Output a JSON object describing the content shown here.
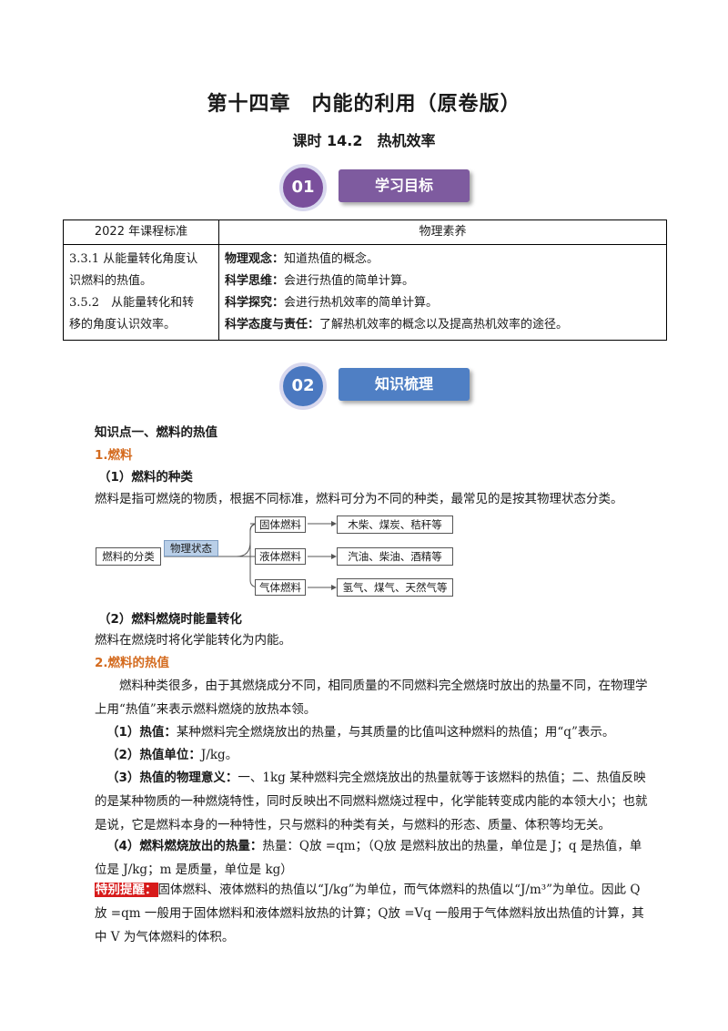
{
  "header": {
    "title": "第十四章　内能的利用（原卷版）",
    "subtitle": "课时 14.2　热机效率"
  },
  "section1": {
    "num": "01",
    "label": "学习目标",
    "circle_color": "#7a4f9c",
    "bar_color": "#7e5b9f"
  },
  "section2": {
    "num": "02",
    "label": "知识梳理",
    "circle_color": "#4a78c0",
    "bar_color": "#4f7fc4"
  },
  "goals_table": {
    "col1_header": "2022 年课程标准",
    "col2_header": "物理素养",
    "standard_lines": [
      "3.3.1 从能量转化角度认",
      "识燃料的热值。",
      "3.5.2　从能量转化和转",
      "移的角度认识效率。"
    ],
    "literacy": [
      {
        "term": "物理观念：",
        "text": "知道热值的概念。"
      },
      {
        "term": "科学思维：",
        "text": "会进行热值的简单计算。"
      },
      {
        "term": "科学探究：",
        "text": "会进行热机效率的简单计算。"
      },
      {
        "term": "科学态度与责任：",
        "text": "了解热机效率的概念以及提高热机效率的途径。"
      }
    ]
  },
  "kp1": {
    "heading": "知识点一、燃料的热值",
    "sub1": "1.燃料",
    "sub1_1": "（1）燃料的种类",
    "p1": "燃料是指可燃烧的物质，根据不同标准，燃料可分为不同的种类，最常见的是按其物理状态分类。",
    "diagram": {
      "root": "燃料的分类",
      "criterion": "物理状态",
      "types": [
        {
          "name": "固体燃料",
          "examples": "木柴、煤炭、秸秆等"
        },
        {
          "name": "液体燃料",
          "examples": "汽油、柴油、酒精等"
        },
        {
          "name": "气体燃料",
          "examples": "氢气、煤气、天然气等"
        }
      ]
    },
    "sub1_2": "（2）燃料燃烧时能量转化",
    "p2": "燃料在燃烧时将化学能转化为内能。",
    "sub2": "2.燃料的热值",
    "p3": "燃料种类很多，由于其燃烧成分不同，相同质量的不同燃料完全燃烧时放出的热量不同，在物理学上用“热值”来表示燃料燃烧的放热本领。",
    "item1_term": "（1）热值：",
    "item1_text": "某种燃料完全燃烧放出的热量，与其质量的比值叫这种燃料的热值；用“q”表示。",
    "item2_term": "（2）热值单位：",
    "item2_text": "J/kg。",
    "item3_term": "（3）热值的物理意义：",
    "item3_text": "一、1kg 某种燃料完全燃烧放出的热量就等于该燃料的热值；二、热值反映的是某种物质的一种燃烧特性，同时反映出不同燃料燃烧过程中，化学能转变成内能的本领大小；也就是说，它是燃料本身的一种特性，只与燃料的种类有关，与燃料的形态、质量、体积等均无关。",
    "item4_term": "（4）燃料燃烧放出的热量：",
    "item4_text": "热量：Q放 =qm；（Q放 是燃料放出的热量，单位是 J；q 是热值，单位是 J/kg；m 是质量，单位是 kg）",
    "tip_label": "特别提醒：",
    "tip_text": "固体燃料、液体燃料的热值以“J/kg”为单位，而气体燃料的热值以“J/m³”为单位。因此 Q放 =qm 一般用于固体燃料和液体燃料放热的计算；Q放 =Vq 一般用于气体燃料放出热值的计算，其中 V 为气体燃料的体积。"
  }
}
